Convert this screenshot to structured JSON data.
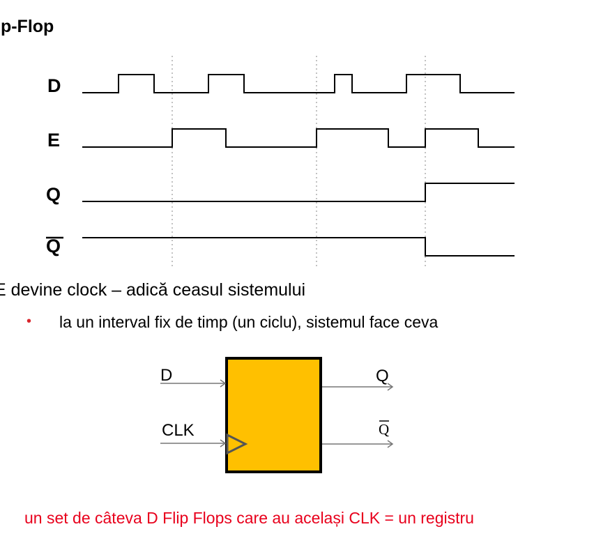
{
  "slide": {
    "title": "ip-Flop",
    "main_text": "E devine clock – adică ceasul sistemului",
    "bullet": "la un interval fix de timp (un ciclu), sistemul face ceva",
    "footer": "un set de câteva D Flip Flops care au același CLK = un registru"
  },
  "timing_diagram": {
    "signals": [
      {
        "label": "D",
        "transitions": [
          0,
          1,
          0,
          1,
          0,
          1,
          0,
          1,
          0
        ]
      },
      {
        "label": "E",
        "transitions": [
          0,
          1,
          0,
          1,
          0,
          1,
          0
        ]
      },
      {
        "label": "Q",
        "transitions": [
          0,
          1
        ]
      },
      {
        "label": "Q̄",
        "overline": true,
        "transitions": [
          1,
          0
        ]
      }
    ],
    "marker_count": 3
  },
  "flipflop": {
    "input_d": "D",
    "input_clk": "CLK",
    "output_q": "Q",
    "output_qbar": "Q",
    "colors": {
      "fill": "#ffc000",
      "border": "#000000"
    }
  }
}
